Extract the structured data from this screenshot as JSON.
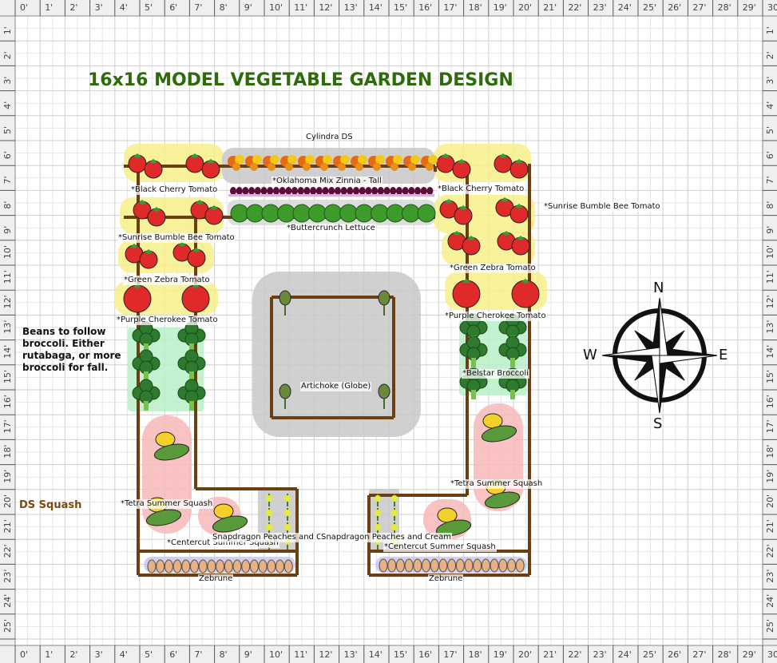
{
  "title": "16x16 MODEL VEGETABLE GARDEN DESIGN",
  "rulers": {
    "x_labels": [
      "0'",
      "1'",
      "2'",
      "3'",
      "4'",
      "5'",
      "6'",
      "7'",
      "8'",
      "9'",
      "10'",
      "11'",
      "12'",
      "13'",
      "14'",
      "15'",
      "16'",
      "17'",
      "18'",
      "19'",
      "20'",
      "21'",
      "22'",
      "23'",
      "24'",
      "25'",
      "26'",
      "27'",
      "28'",
      "29'",
      "30"
    ],
    "y_labels": [
      "1'",
      "2'",
      "3'",
      "4'",
      "5'",
      "6'",
      "7'",
      "8'",
      "9'",
      "10'",
      "11'",
      "12'",
      "13'",
      "14'",
      "15'",
      "16'",
      "17'",
      "18'",
      "19'",
      "20'",
      "21'",
      "22'",
      "23'",
      "24'",
      "25'"
    ]
  },
  "notes": {
    "beans": "Beans to follow broccoli. Either rutabaga, or more broccoli for fall.",
    "ds_squash": "DS Squash"
  },
  "compass": {
    "n": "N",
    "s": "S",
    "e": "E",
    "w": "W"
  },
  "labels": {
    "cylindra": "Cylindra DS",
    "zinnia": "*Oklahoma Mix Zinnia - Tall",
    "lettuce": "*Buttercrunch Lettuce",
    "black_cherry_left": "*Black Cherry Tomato",
    "black_cherry_right": "*Black Cherry Tomato",
    "sunrise_left": "*Sunrise Bumble Bee Tomato",
    "sunrise_right": "*Sunrise Bumble Bee Tomato",
    "green_zebra_left": "*Green Zebra Tomato",
    "green_zebra_right": "*Green Zebra Tomato",
    "purple_cherokee_left": "*Purple Cherokee Tomato",
    "purple_cherokee_right": "*Purple Cherokee Tomato",
    "artichoke": "Artichoke (Globe)",
    "broccoli": "*Belstar Broccoli",
    "tetra_left": "*Tetra Summer Squash",
    "tetra_right": "*Tetra Summer Squash",
    "centercut_left": "*Centercut Summer Squash",
    "centercut_right": "*Centercut Summer Squash",
    "snapdragon_left": "Snapdragon Peaches and C",
    "snapdragon_right": "Snapdragon Peaches and Cream",
    "zebrune_left": "Zebrune",
    "zebrune_right": "Zebrune"
  },
  "colors": {
    "title": "#2e6b0b",
    "bed_border": "#6b3f12",
    "tomato_zone": "#f7f08a",
    "squash_zone": "#f8b8b8",
    "broccoli_zone": "#b8f0c8",
    "shade_zone": "#c8c8c8"
  }
}
